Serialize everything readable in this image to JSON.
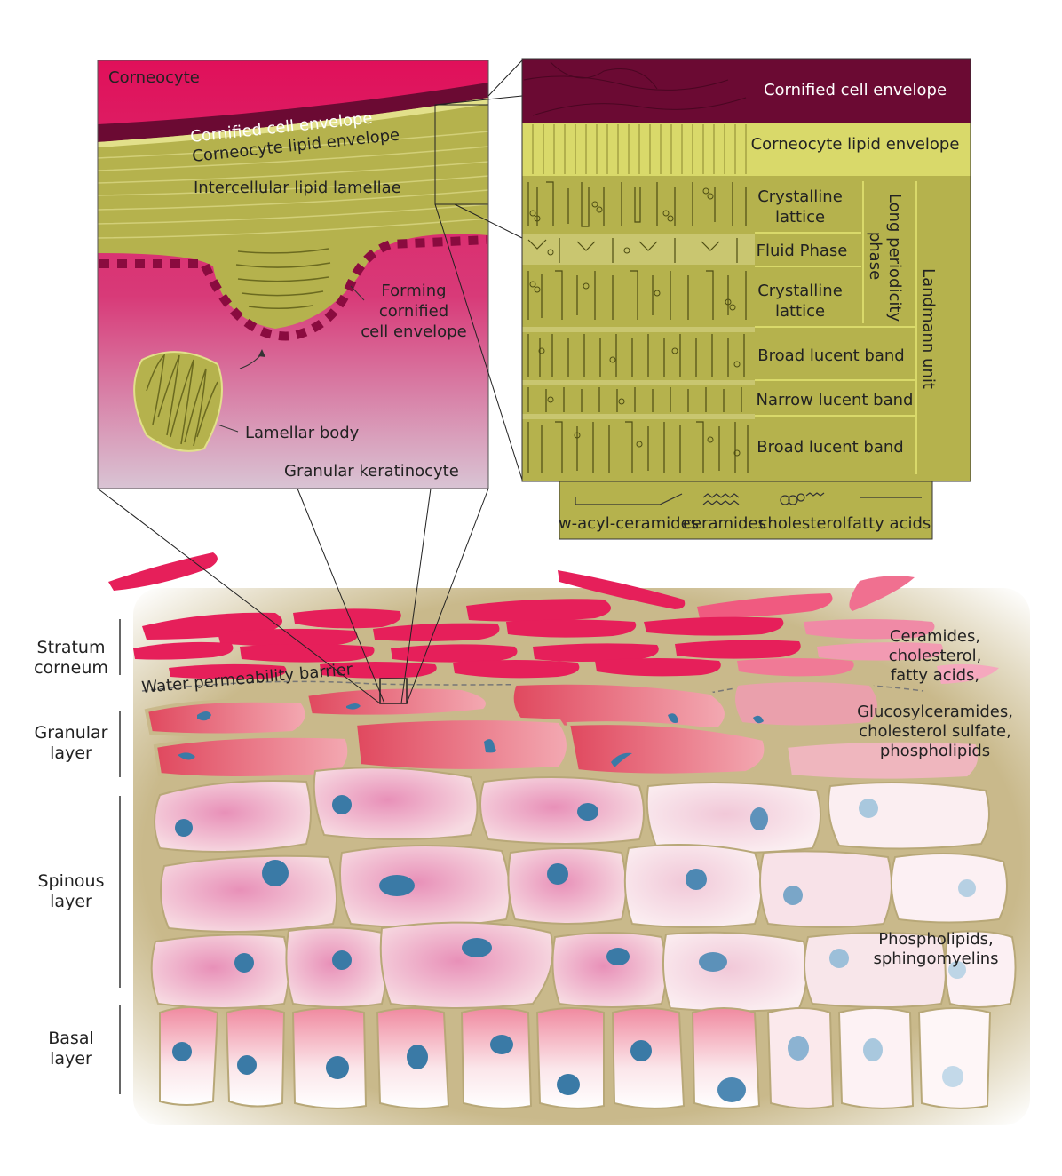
{
  "colors": {
    "corneocyte": "#e0105a",
    "envelope_dark": "#6b0a33",
    "lipid": "#b5b24d",
    "lipid_light": "#d9d96a",
    "tissue_bg": "#c8b888",
    "nucleus": "#3a7aa6"
  },
  "magnified_cell": {
    "corneocyte": "Corneocyte",
    "cornified_envelope": "Cornified cell envelope",
    "lipid_envelope": "Corneocyte lipid envelope",
    "intercellular": "Intercellular lipid lamellae",
    "forming_1": "Forming",
    "forming_2": "cornified",
    "forming_3": "cell envelope",
    "lamellar_body": "Lamellar body",
    "granular_keratinocyte": "Granular keratinocyte"
  },
  "lipid_detail": {
    "cornified_envelope": "Cornified cell envelope",
    "lipid_envelope": "Corneocyte lipid envelope",
    "crystalline_1a": "Crystalline",
    "crystalline_1b": "lattice",
    "fluid_phase": "Fluid Phase",
    "crystalline_2a": "Crystalline",
    "crystalline_2b": "lattice",
    "broad_band_1": "Broad lucent band",
    "narrow_band": "Narrow lucent band",
    "broad_band_2": "Broad lucent band",
    "long_periodicity_1": "Long periodicity",
    "long_periodicity_2": "phase",
    "landmann": "Landmann unit"
  },
  "legend": {
    "acyl": "w-acyl-ceramides",
    "ceramides": "ceramides",
    "cholesterol": "cholesterol",
    "fatty": "fatty acids"
  },
  "layers": {
    "stratum_1": "Stratum",
    "stratum_2": "corneum",
    "granular_1": "Granular",
    "granular_2": "layer",
    "spinous_1": "Spinous",
    "spinous_2": "layer",
    "basal_1": "Basal",
    "basal_2": "layer"
  },
  "barrier": "Water permeability barrier",
  "lipid_notes": {
    "sc_1": "Ceramides,",
    "sc_2": "cholesterol,",
    "sc_3": "fatty acids,",
    "gr_1": "Glucosylceramides,",
    "gr_2": "cholesterol sulfate,",
    "gr_3": "phospholipids",
    "sp_1": "Phospholipids,",
    "sp_2": "sphingomyelins"
  }
}
